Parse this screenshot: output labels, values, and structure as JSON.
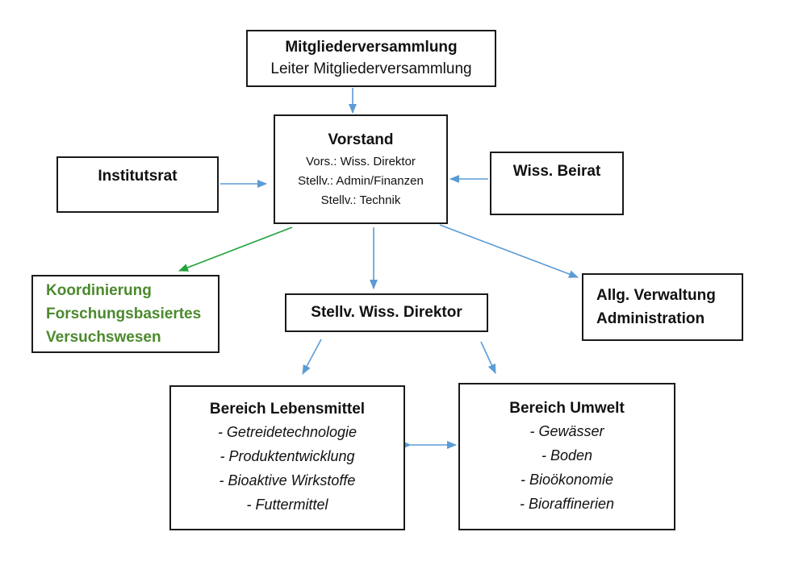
{
  "colors": {
    "arrow_blue": "#5b9bd5",
    "arrow_green": "#1fa33a",
    "koordinierung_text": "#4b8a2d",
    "border": "#1a1a1a"
  },
  "mitgliederversammlung": {
    "title": "Mitgliederversammlung",
    "subtitle": "Leiter Mitgliederversammlung"
  },
  "vorstand": {
    "title": "Vorstand",
    "lines": [
      "Vors.: Wiss. Direktor",
      "Stellv.: Admin/Finanzen",
      "Stellv.: Technik"
    ]
  },
  "institutsrat": {
    "title": "Institutsrat"
  },
  "wiss_beirat": {
    "title": "Wiss. Beirat"
  },
  "koordinierung": {
    "lines": [
      "Koordinierung",
      "Forschungsbasiertes",
      "Versuchswesen"
    ]
  },
  "stellv_wiss_direktor": {
    "title": "Stellv. Wiss. Direktor"
  },
  "verwaltung": {
    "lines": [
      "Allg. Verwaltung",
      "Administration"
    ]
  },
  "bereich_lebensmittel": {
    "title": "Bereich Lebensmittel",
    "items": [
      "- Getreidetechnologie",
      "- Produktentwicklung",
      "- Bioaktive Wirkstoffe",
      "- Futtermittel"
    ]
  },
  "bereich_umwelt": {
    "title": "Bereich Umwelt",
    "items": [
      "- Gewässer",
      "- Boden",
      "- Bioökonomie",
      "- Bioraffinerien"
    ]
  }
}
